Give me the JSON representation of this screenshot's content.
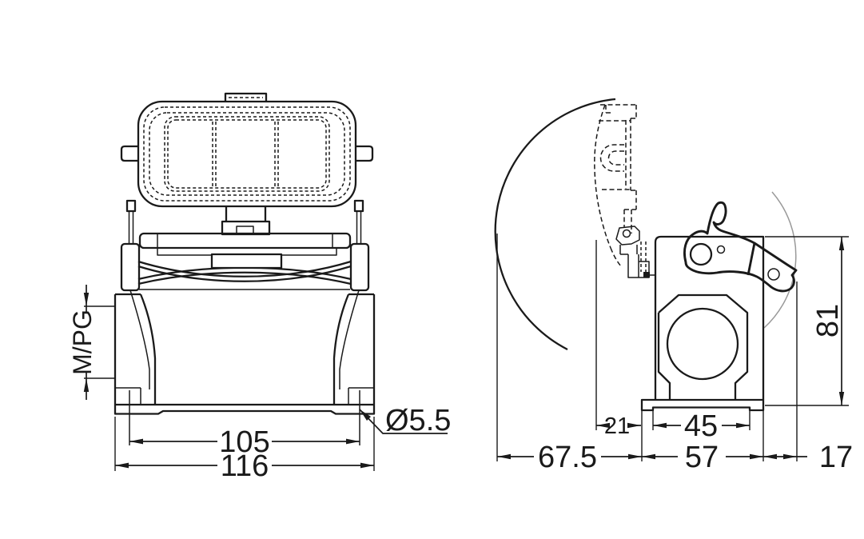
{
  "drawing": {
    "colors": {
      "line": "#1a1a1a",
      "background": "#ffffff",
      "swing_arc_light": "#999999"
    },
    "dims": {
      "cable_entry": {
        "value": "M/PG"
      },
      "hole_spacing": {
        "value": "105"
      },
      "overall_width": {
        "value": "116"
      },
      "hole_diameter": {
        "value": "Ø5.5"
      },
      "cover_offset": {
        "value": "21"
      },
      "base_recess": {
        "value": "45"
      },
      "housing_height": {
        "value": "81"
      },
      "swing_depth": {
        "value": "67.5"
      },
      "base_depth": {
        "value": "57"
      },
      "lever_protrusion": {
        "value": "17"
      }
    }
  }
}
